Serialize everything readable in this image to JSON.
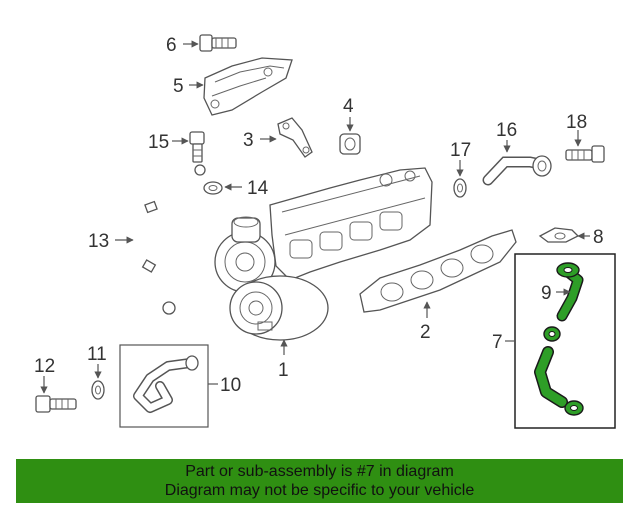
{
  "diagram": {
    "callouts": {
      "c1": "1",
      "c2": "2",
      "c3": "3",
      "c4": "4",
      "c5": "5",
      "c6": "6",
      "c7": "7",
      "c8": "8",
      "c9": "9",
      "c10": "10",
      "c11": "11",
      "c12": "12",
      "c13": "13",
      "c14": "14",
      "c15": "15",
      "c16": "16",
      "c17": "17",
      "c18": "18"
    },
    "highlight_color": "#2e9e27"
  },
  "banner": {
    "line1": "Part or sub-assembly is #7 in diagram",
    "line2": "Diagram may not be specific to your vehicle",
    "background": "#2f8f12"
  }
}
